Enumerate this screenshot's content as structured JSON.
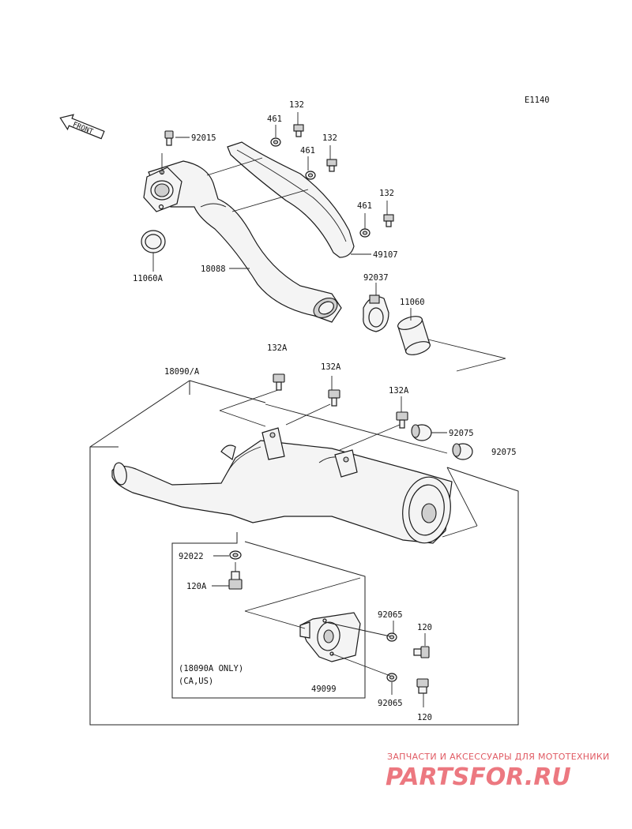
{
  "diagram_code": "E1140",
  "front_arrow": "FRONT",
  "labels": {
    "p92015": "92015",
    "p461a": "461",
    "p132a": "132",
    "p132b": "132",
    "p461b": "461",
    "p461c": "461",
    "p132c": "132",
    "p49107": "49107",
    "p11060A": "11060A",
    "p18088": "18088",
    "p92037": "92037",
    "p11060": "11060",
    "p132A_a": "132A",
    "p132A_b": "132A",
    "p132A_c": "132A",
    "p18090A": "18090/A",
    "p92075a": "92075",
    "p92075b": "92075",
    "p92022": "92022",
    "p120A": "120A",
    "p92065a": "92065",
    "p120a": "120",
    "p49099": "49099",
    "p92065b": "92065",
    "p120b": "120"
  },
  "note": {
    "line1": "(18090A ONLY)",
    "line2": "(CA,US)"
  },
  "watermark": {
    "tagline": "ЗАПЧАСТИ И АКСЕССУАРЫ ДЛЯ МОТОТЕХНИКИ",
    "logo": "PARTSFOR.RU"
  },
  "colors": {
    "line": "#1a1a1a",
    "watermark": "#e05a63"
  }
}
